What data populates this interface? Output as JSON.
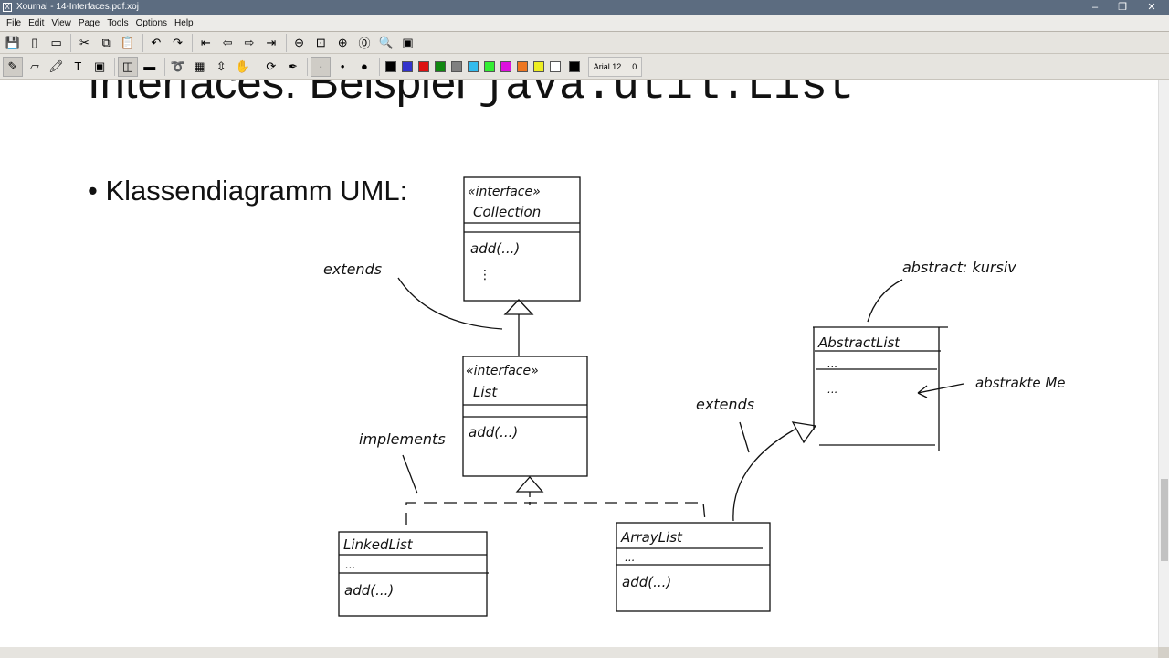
{
  "window": {
    "title": "Xournal - 14-Interfaces.pdf.xoj",
    "controls": [
      "–",
      "❐",
      "✕"
    ]
  },
  "menu": [
    "File",
    "Edit",
    "View",
    "Page",
    "Tools",
    "Options",
    "Help"
  ],
  "toolbar1": [
    {
      "name": "save-icon",
      "g": "💾"
    },
    {
      "name": "new-icon",
      "g": "▯"
    },
    {
      "name": "open-icon",
      "g": "▭"
    },
    {
      "sep": 1
    },
    {
      "name": "cut-icon",
      "g": "✂"
    },
    {
      "name": "copy-icon",
      "g": "⧉"
    },
    {
      "name": "paste-icon",
      "g": "📋"
    },
    {
      "sep": 1
    },
    {
      "name": "undo-icon",
      "g": "↶"
    },
    {
      "name": "redo-icon",
      "g": "↷"
    },
    {
      "sep": 1
    },
    {
      "name": "first-page-icon",
      "g": "⇤"
    },
    {
      "name": "prev-page-icon",
      "g": "⇦"
    },
    {
      "name": "next-page-icon",
      "g": "⇨"
    },
    {
      "name": "last-page-icon",
      "g": "⇥"
    },
    {
      "sep": 1
    },
    {
      "name": "zoom-out-icon",
      "g": "⊖"
    },
    {
      "name": "zoom-fit-icon",
      "g": "⊡"
    },
    {
      "name": "zoom-in-icon",
      "g": "⊕"
    },
    {
      "name": "zoom-100-icon",
      "g": "⓪"
    },
    {
      "name": "zoom-custom-icon",
      "g": "🔍"
    },
    {
      "name": "fullscreen-icon",
      "g": "▣"
    }
  ],
  "toolbar2": [
    {
      "name": "pen-icon",
      "g": "✎",
      "on": 1
    },
    {
      "name": "eraser-icon",
      "g": "▱"
    },
    {
      "name": "highlighter-icon",
      "g": "🖍"
    },
    {
      "name": "text-tool-icon",
      "g": "T"
    },
    {
      "name": "image-tool-icon",
      "g": "▣"
    },
    {
      "sep": 1
    },
    {
      "name": "shape-recognizer-icon",
      "g": "◫",
      "on": 1
    },
    {
      "name": "ruler-icon",
      "g": "▬"
    },
    {
      "sep": 1
    },
    {
      "name": "lasso-select-icon",
      "g": "➰"
    },
    {
      "name": "rect-select-icon",
      "g": "▦"
    },
    {
      "name": "vertical-space-icon",
      "g": "⇳"
    },
    {
      "name": "hand-icon",
      "g": "✋"
    },
    {
      "sep": 1
    },
    {
      "name": "default-tool-icon",
      "g": "⟳"
    },
    {
      "name": "default-pen-icon",
      "g": "✒"
    },
    {
      "sep": 1
    },
    {
      "name": "thickness-fine-icon",
      "g": "·",
      "on": 1
    },
    {
      "name": "thickness-medium-icon",
      "g": "•"
    },
    {
      "name": "thickness-thick-icon",
      "g": "●"
    }
  ],
  "colors": [
    "#000000",
    "#3333cc",
    "#dd1111",
    "#118811",
    "#808080",
    "#33bbee",
    "#33ee33",
    "#dd11dd",
    "#ee7722",
    "#eeee22",
    "#ffffff"
  ],
  "current_color": "#000000",
  "font_button": {
    "label": "Arial 12",
    "value": "0"
  },
  "slide": {
    "title_prefix": "Interfaces: Beispiel ",
    "title_code": "java.util.List",
    "bullet": "• Klassendiagramm UML:"
  },
  "ink": {
    "stereo1": "«interface»",
    "collection": "Collection",
    "coll_add": "add(...)",
    "coll_dots": "⋮",
    "extends1": "extends",
    "stereo2": "«interface»",
    "list": "List",
    "list_add": "add(...)",
    "implements": "implements",
    "linkedlist": "LinkedList",
    "ll_dots": "...",
    "ll_add": "add(...)",
    "arraylist": "ArrayList",
    "al_dots": "...",
    "al_add": "add(...)",
    "extends2": "extends",
    "abstract_note": "abstract: kursiv",
    "abstractlist": "AbstractList",
    "abs_dots1": "...",
    "abs_dots2": "...",
    "abstract_methods": "abstrakte Me"
  }
}
